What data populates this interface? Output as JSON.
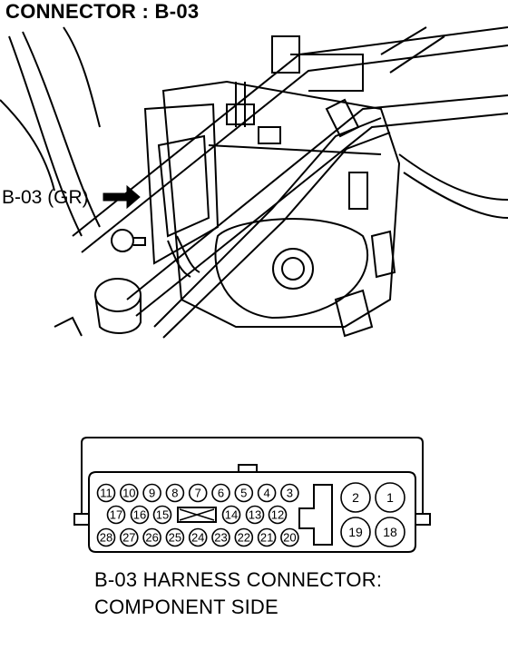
{
  "title": "CONNECTOR : B-03",
  "callout": "B-03 (GR)",
  "caption_line1": "B-03 HARNESS CONNECTOR:",
  "caption_line2": "COMPONENT SIDE",
  "connector": {
    "row1_pins": [
      "11",
      "10",
      "9",
      "8",
      "7",
      "6",
      "5",
      "4",
      "3"
    ],
    "row2_pins": [
      "17",
      "16",
      "15",
      "14",
      "13",
      "12"
    ],
    "row3_pins": [
      "28",
      "27",
      "26",
      "25",
      "24",
      "23",
      "22",
      "21",
      "20"
    ],
    "big_pins_top": [
      "2",
      "1"
    ],
    "big_pins_bottom": [
      "19",
      "18"
    ]
  }
}
